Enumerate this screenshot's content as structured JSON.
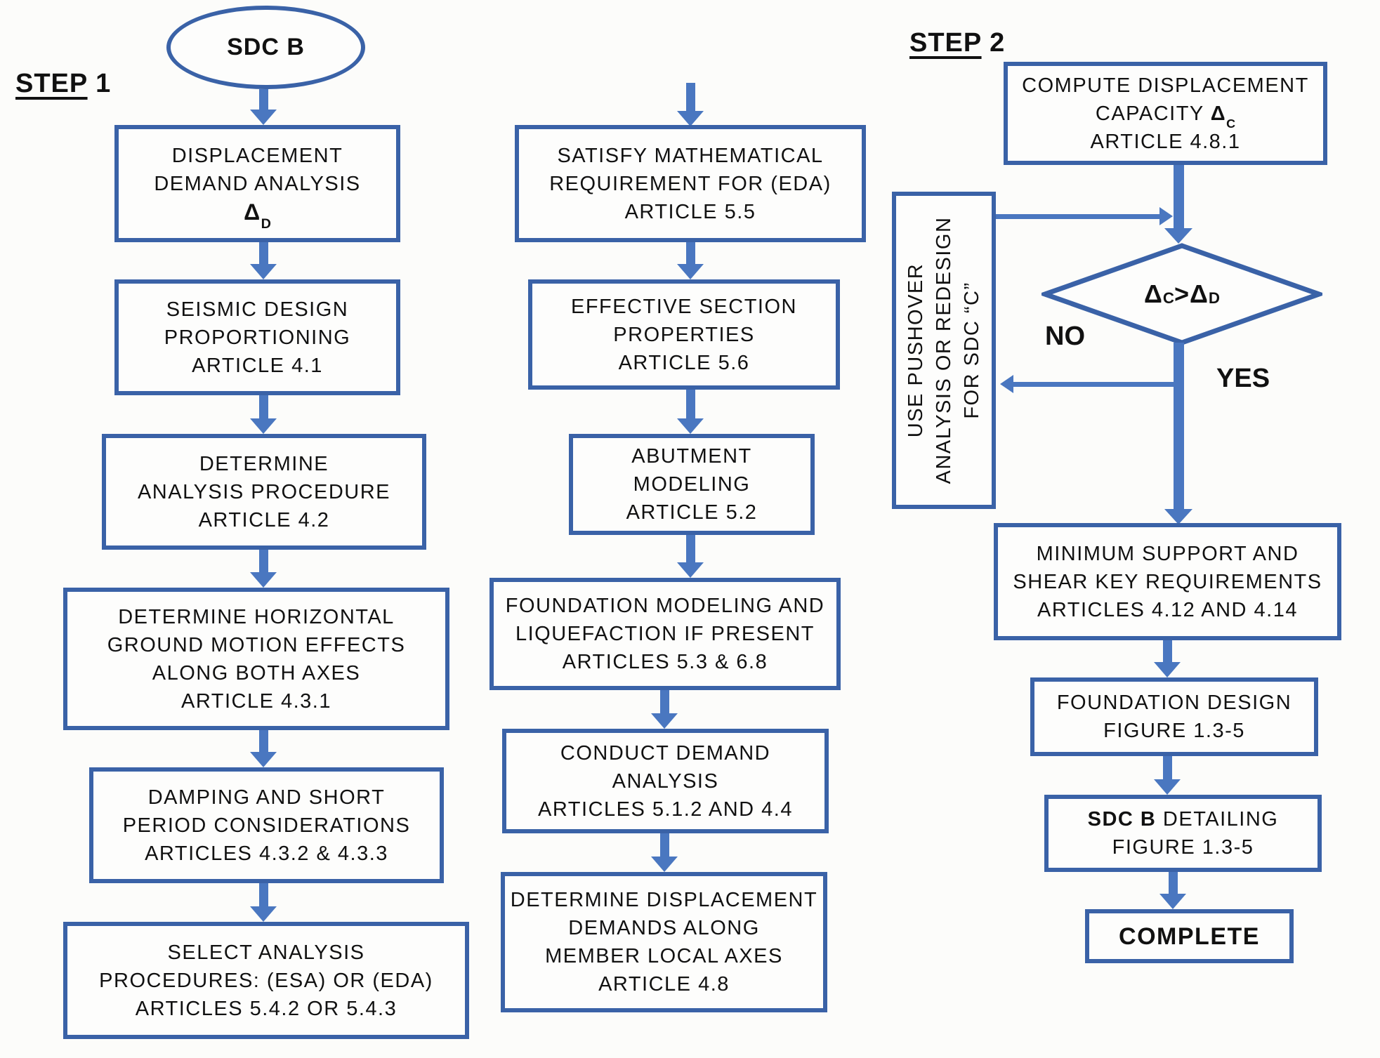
{
  "colors": {
    "line": "#3a62a7",
    "arrow": "#4a77c0",
    "text": "#111111",
    "background": "#fcfcfa"
  },
  "step1": {
    "word": "STEP",
    "num": "1"
  },
  "step2": {
    "word": "STEP",
    "num": "2"
  },
  "start": {
    "label": "SDC B"
  },
  "col1": {
    "b1": {
      "l1": "DISPLACEMENT",
      "l2": "DEMAND ANALYSIS",
      "delta": "Δ",
      "delta_sub": "D"
    },
    "b2": {
      "l1": "SEISMIC DESIGN",
      "l2": "PROPORTIONING",
      "l3": "ARTICLE 4.1"
    },
    "b3": {
      "l1": "DETERMINE",
      "l2": "ANALYSIS PROCEDURE",
      "l3": "ARTICLE 4.2"
    },
    "b4": {
      "l1": "DETERMINE HORIZONTAL",
      "l2": "GROUND MOTION EFFECTS",
      "l3": "ALONG BOTH AXES",
      "l4": "ARTICLE 4.3.1"
    },
    "b5": {
      "l1": "DAMPING AND SHORT",
      "l2": "PERIOD CONSIDERATIONS",
      "l3": "ARTICLES 4.3.2 & 4.3.3"
    },
    "b6": {
      "l1": "SELECT ANALYSIS",
      "l2": "PROCEDURES: (ESA) OR (EDA)",
      "l3": "ARTICLES 5.4.2 OR 5.4.3"
    }
  },
  "col2": {
    "b1": {
      "l1": "SATISFY MATHEMATICAL",
      "l2": "REQUIREMENT FOR (EDA)",
      "l3": "ARTICLE 5.5"
    },
    "b2": {
      "l1": "EFFECTIVE SECTION",
      "l2": "PROPERTIES",
      "l3": "ARTICLE 5.6"
    },
    "b3": {
      "l1": "ABUTMENT",
      "l2": "MODELING",
      "l3": "ARTICLE 5.2"
    },
    "b4": {
      "l1": "FOUNDATION MODELING AND",
      "l2": "LIQUEFACTION IF PRESENT",
      "l3": "ARTICLES 5.3 & 6.8"
    },
    "b5": {
      "l1": "CONDUCT DEMAND",
      "l2": "ANALYSIS",
      "l3": "ARTICLES 5.1.2 AND 4.4"
    },
    "b6": {
      "l1": "DETERMINE DISPLACEMENT",
      "l2": "DEMANDS ALONG",
      "l3": "MEMBER LOCAL AXES",
      "l4": "ARTICLE 4.8"
    }
  },
  "col3": {
    "compute": {
      "l1": "COMPUTE DISPLACEMENT",
      "l2_prefix": "CAPACITY ",
      "delta": "Δ",
      "delta_sub": "C",
      "l3": "ARTICLE 4.8.1"
    },
    "decision": {
      "delta1": "Δ",
      "sub1": "C",
      "op": " > ",
      "delta2": "Δ",
      "sub2": "D"
    },
    "no_label": "NO",
    "yes_label": "YES",
    "pushover": {
      "l1": "USE PUSHOVER",
      "l2": "ANALYSIS OR REDESIGN",
      "l3": "FOR SDC “C”"
    },
    "min_support": {
      "l1": "MINIMUM SUPPORT AND",
      "l2": "SHEAR KEY REQUIREMENTS",
      "l3": "ARTICLES 4.12 AND 4.14"
    },
    "foundation": {
      "l1": "FOUNDATION DESIGN",
      "l2": "FIGURE 1.3-5"
    },
    "detailing": {
      "bold": "SDC B",
      "rest": " DETAILING",
      "l2": "FIGURE 1.3-5"
    },
    "complete": {
      "label": "COMPLETE"
    }
  }
}
